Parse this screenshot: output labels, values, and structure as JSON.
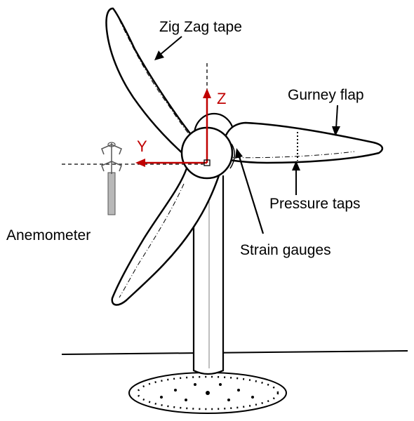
{
  "labels": {
    "zigzag": "Zig Zag tape",
    "gurney": "Gurney flap",
    "pressure": "Pressure taps",
    "anemometer": "Anemometer",
    "strain": "Strain gauges"
  },
  "axes": {
    "z": "Z",
    "y": "Y",
    "color": "#c00000"
  },
  "colors": {
    "line": "#000000",
    "background": "#ffffff"
  }
}
